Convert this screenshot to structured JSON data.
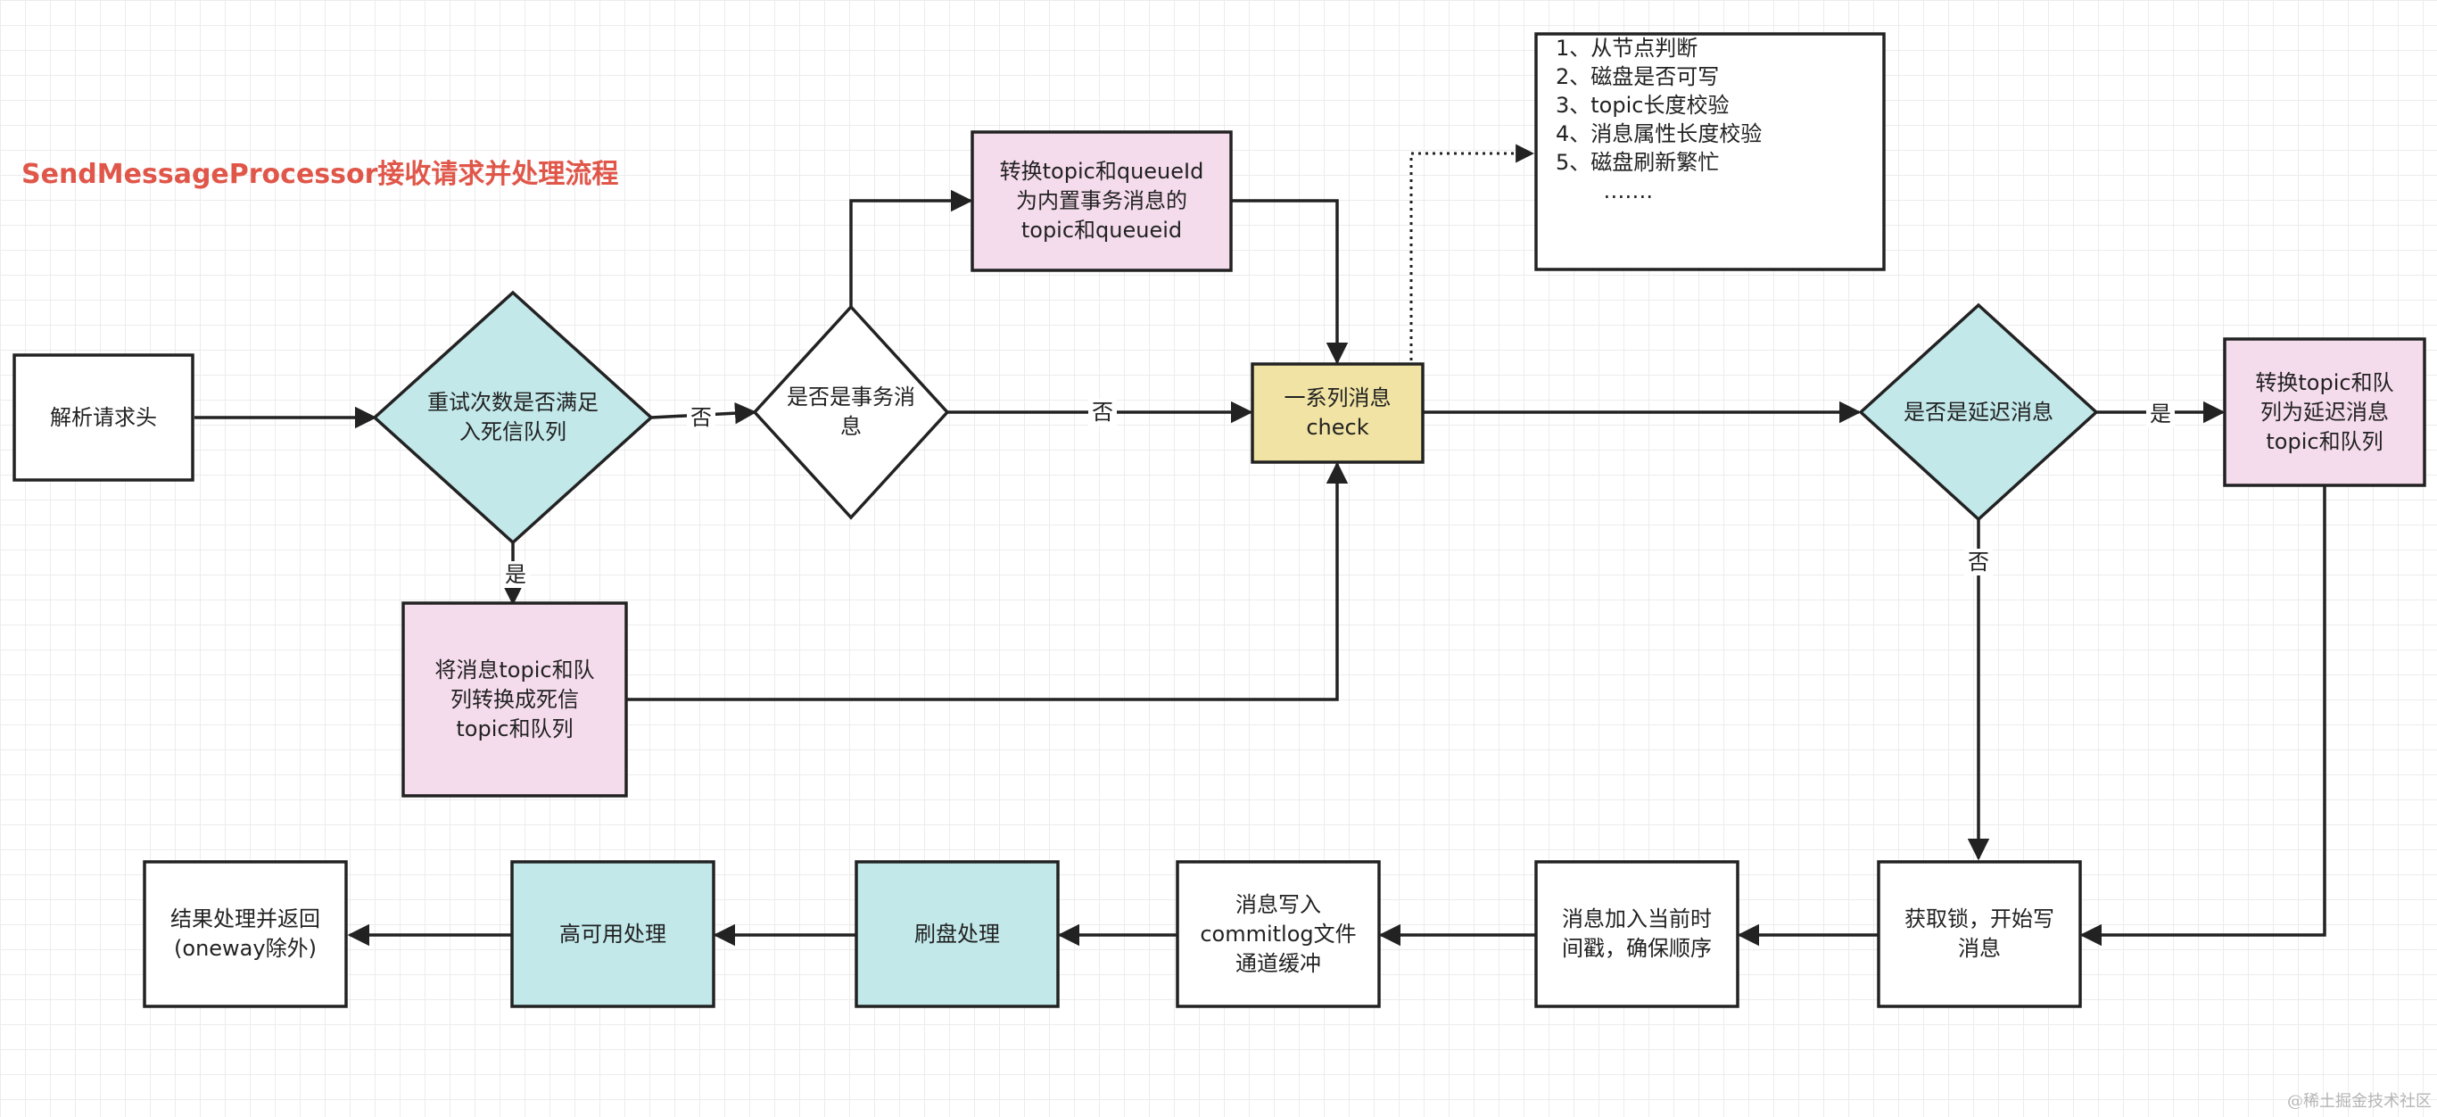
{
  "title": "SendMessageProcessor接收请求并处理流程",
  "nodes": {
    "parse_header": "解析请求头",
    "retry_check": "重试次数是否满足\n入死信队列",
    "is_transaction": "是否是事务消\n息",
    "convert_tx": "转换topic和queueId\n为内置事务消息的\ntopic和queueid",
    "dlq_convert": "将消息topic和队\n列转换成死信\ntopic和队列",
    "checks": "一系列消息\ncheck",
    "is_delay": "是否是延迟消息",
    "convert_delay": "转换topic和队\n列为延迟消息\ntopic和队列",
    "get_lock": "获取锁，开始写\n消息",
    "add_timestamp": "消息加入当前时\n间戳，确保顺序",
    "write_commitlog": "消息写入\ncommitlog文件\n通道缓冲",
    "flush": "刷盘处理",
    "ha": "高可用处理",
    "result": "结果处理并返回\n(oneway除外)"
  },
  "check_notes": [
    "1、从节点判断",
    "2、磁盘是否可写",
    "3、topic长度校验",
    "4、消息属性长度校验",
    "5、磁盘刷新繁忙",
    "       ……."
  ],
  "edge_labels": {
    "retry_no": "否",
    "retry_yes": "是",
    "tx_no": "否",
    "delay_yes": "是",
    "delay_no": "否"
  },
  "colors": {
    "cyan": "#c2e8ea",
    "pink": "#f5dced",
    "yellow": "#f0e3a3",
    "title": "#e0574a"
  },
  "watermark": "@稀土掘金技术社区"
}
